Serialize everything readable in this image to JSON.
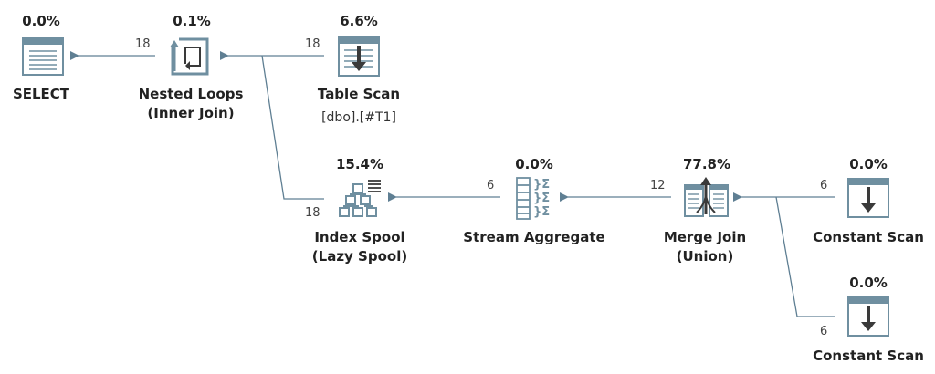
{
  "operators": {
    "select": {
      "label": "SELECT",
      "pct": "0.0%"
    },
    "nested_loops": {
      "label1": "Nested Loops",
      "label2": "(Inner Join)",
      "pct": "0.1%"
    },
    "table_scan": {
      "label": "Table Scan",
      "object": "[dbo].[#T1]",
      "pct": "6.6%"
    },
    "index_spool": {
      "label1": "Index Spool",
      "label2": "(Lazy Spool)",
      "pct": "15.4%"
    },
    "stream_agg": {
      "label": "Stream Aggregate",
      "pct": "0.0%"
    },
    "merge_join": {
      "label1": "Merge Join",
      "label2": "(Union)",
      "pct": "77.8%"
    },
    "const_scan_1": {
      "label": "Constant Scan",
      "pct": "0.0%"
    },
    "const_scan_2": {
      "label": "Constant Scan",
      "pct": "0.0%"
    }
  },
  "edges": {
    "nl_to_select": "18",
    "scan_to_nl": "18",
    "spool_to_nl": "18",
    "agg_to_spool": "6",
    "merge_to_agg": "12",
    "cs1_to_merge": "6",
    "cs2_to_merge": "6"
  },
  "colors": {
    "line": "#5f7f93",
    "icon": "#6f8fa0",
    "dark": "#3a3a3a"
  }
}
